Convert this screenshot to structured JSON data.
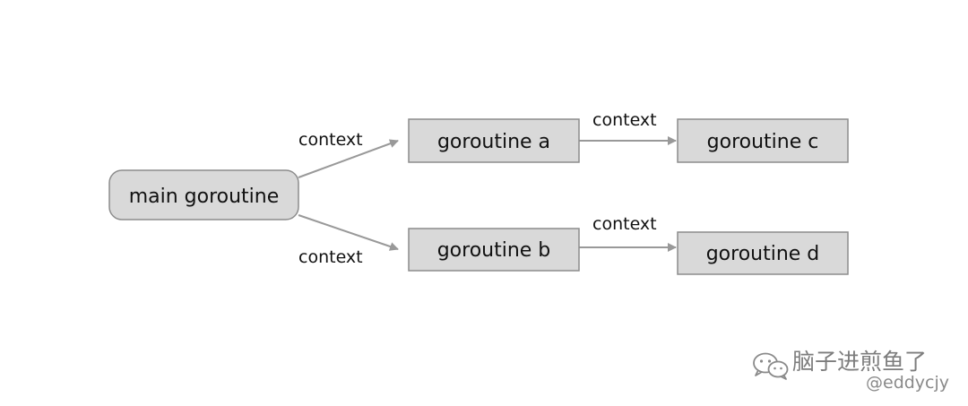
{
  "nodes": {
    "main": {
      "label": "main goroutine"
    },
    "a": {
      "label": "goroutine a"
    },
    "b": {
      "label": "goroutine b"
    },
    "c": {
      "label": "goroutine c"
    },
    "d": {
      "label": "goroutine d"
    }
  },
  "edges": {
    "main_a": {
      "label": "context"
    },
    "main_b": {
      "label": "context"
    },
    "a_c": {
      "label": "context"
    },
    "b_d": {
      "label": "context"
    }
  },
  "watermark": {
    "icon": "wechat-icon",
    "name": "脑子进煎鱼了",
    "handle": "@eddycjy"
  },
  "colors": {
    "box_fill": "#d9d9d9",
    "box_stroke": "#8c8c8c",
    "arrow": "#999999"
  }
}
